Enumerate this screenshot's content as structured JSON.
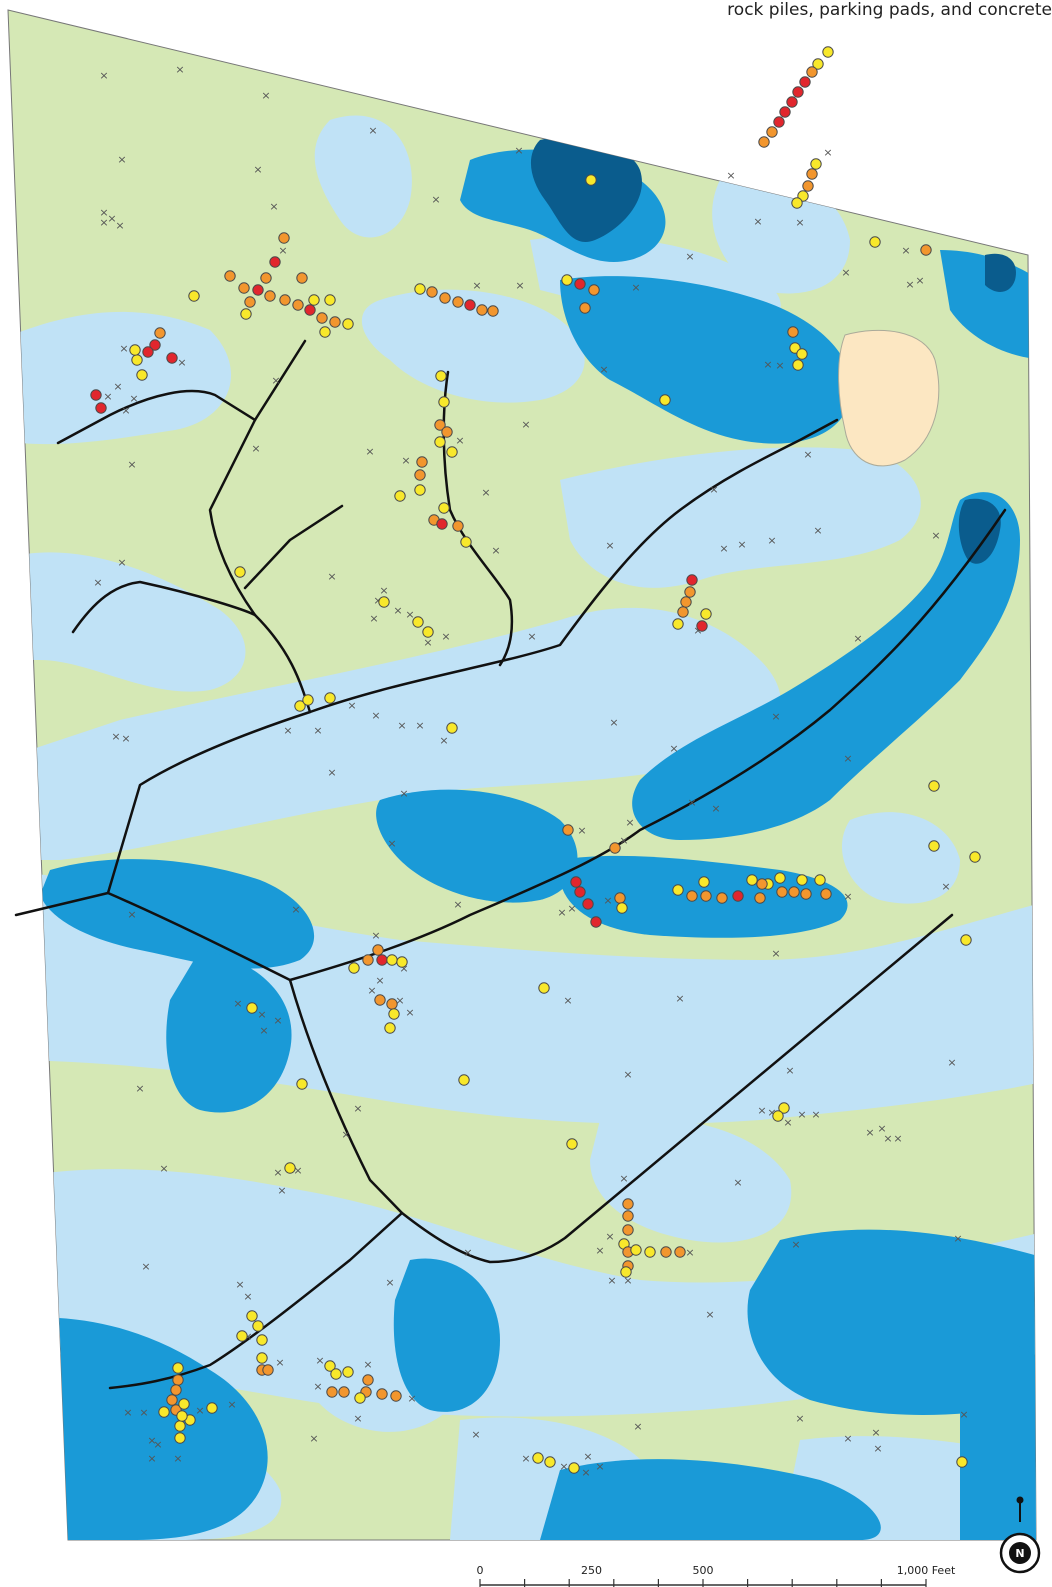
{
  "caption_fragment": "rock piles, parking pads, and concrete",
  "north_arrow": {
    "label": "N",
    "icon": "north-arrow-icon"
  },
  "scale_bar": {
    "ticks": [
      {
        "label": "0",
        "value": 0
      },
      {
        "label": "250",
        "value": 250
      },
      {
        "label": "500",
        "value": 500
      },
      {
        "label": "1,000 Feet",
        "value": 1000
      }
    ]
  },
  "colors": {
    "upland": "#d5e8b5",
    "zone_light": "#c0e2f6",
    "zone_medium": "#1a9ad7",
    "zone_dark": "#0a5c8d",
    "paved_area": "#fce7c2",
    "road": "#111111",
    "point_red": "#e1262d",
    "point_orange": "#f2962e",
    "point_yellow": "#f8e82b",
    "point_x": "#555555"
  },
  "point_classes": [
    {
      "name": "red",
      "icon": "red-circle-marker"
    },
    {
      "name": "orange",
      "icon": "orange-circle-marker"
    },
    {
      "name": "yellow",
      "icon": "yellow-circle-marker"
    },
    {
      "name": "x",
      "icon": "x-marker"
    }
  ]
}
